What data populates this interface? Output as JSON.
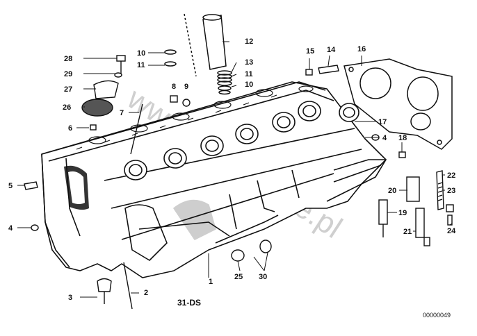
{
  "diagram": {
    "title": "31-DS",
    "catalog_number": "00000049",
    "watermark": "www.BMWstore.pl",
    "colors": {
      "ink": "#111111",
      "background": "#ffffff",
      "watermark": "#cfcfcf"
    },
    "part_labels": {
      "p1": "1",
      "p2": "2",
      "p3": "3",
      "p4a": "4",
      "p4b": "4",
      "p5": "5",
      "p6": "6",
      "p7": "7",
      "p8": "8",
      "p9": "9",
      "p10a": "10",
      "p10b": "10",
      "p11a": "11",
      "p11b": "11",
      "p12": "12",
      "p13": "13",
      "p14": "14",
      "p15": "15",
      "p16": "16",
      "p17": "17",
      "p18": "18",
      "p19": "19",
      "p20": "20",
      "p21": "21",
      "p22": "22",
      "p23": "23",
      "p24": "24",
      "p25": "25",
      "p26": "26",
      "p27": "27",
      "p28": "28",
      "p29": "29",
      "p30": "30"
    }
  }
}
